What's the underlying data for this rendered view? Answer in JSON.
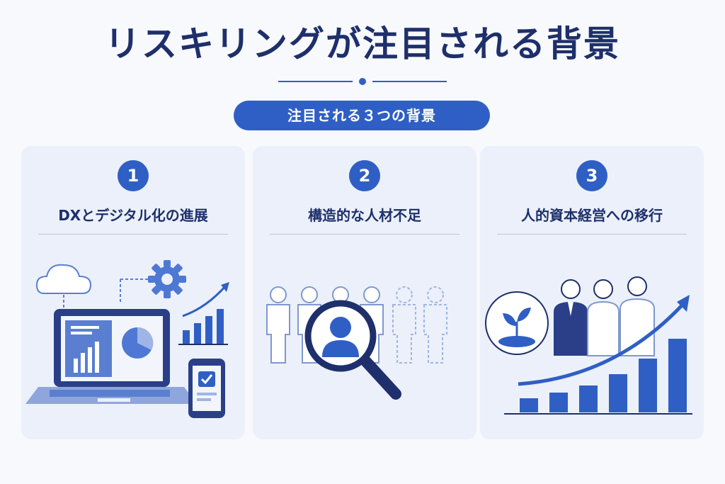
{
  "title": "リスキリングが注目される背景",
  "subtitle_pill": "注目される３つの背景",
  "cards": [
    {
      "number": "1",
      "title": "DXとデジタル化の進展",
      "icons": [
        "cloud-icon",
        "gear-icon",
        "laptop-icon",
        "pie-chart-icon",
        "bar-chart-icon",
        "smartphone-check-icon",
        "growth-arrow-icon"
      ]
    },
    {
      "number": "2",
      "title": "構造的な人材不足",
      "icons": [
        "people-icon",
        "magnifier-icon",
        "person-icon",
        "dashed-people-icon"
      ]
    },
    {
      "number": "3",
      "title": "人的資本経営への移行",
      "icons": [
        "sprout-icon",
        "business-people-icon",
        "growth-bar-chart-icon",
        "trend-arrow-icon"
      ]
    }
  ],
  "colors": {
    "primary": "#2f5fc4",
    "navy": "#1e2f6b",
    "card_bg": "#ebf0fa"
  }
}
